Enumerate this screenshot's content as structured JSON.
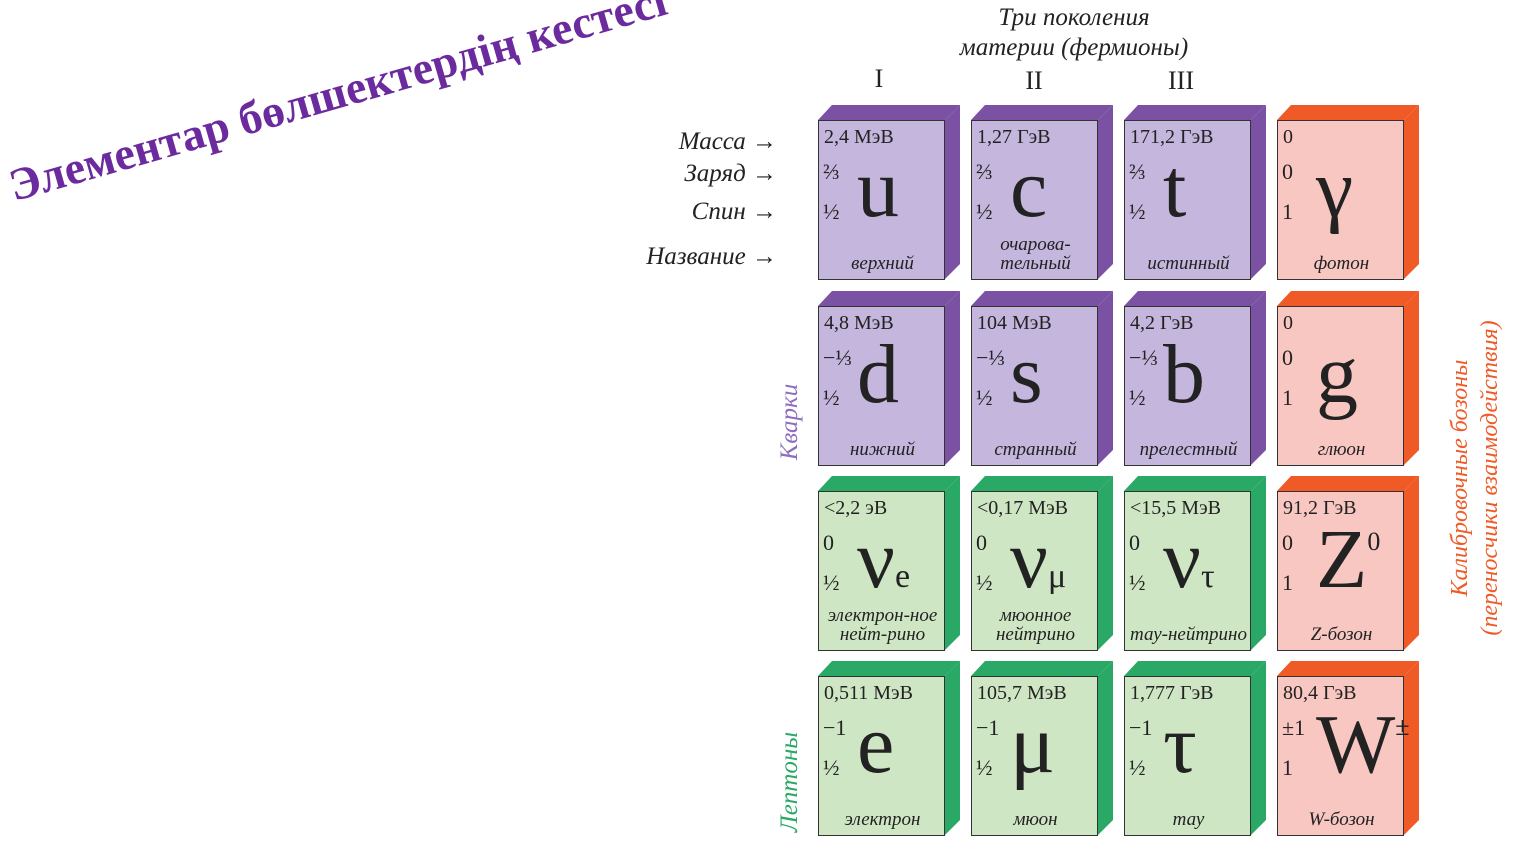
{
  "title": "Элементар бөлшектердің кестесі",
  "header": {
    "line1": "Три поколения",
    "line2": "материи (фермионы)",
    "generations": [
      "I",
      "II",
      "III"
    ]
  },
  "row_labels": [
    "Масса",
    "Заряд",
    "Спин",
    "Название"
  ],
  "arrow": "→",
  "group_labels": {
    "quarks": "Кварки",
    "leptons": "Лептоны",
    "bosons_line1": "Калибровочные бозоны",
    "bosons_line2": "(переносчики взаимодействия)"
  },
  "colors": {
    "quark_face": "#c4b6dd",
    "quark_edge": "#7b51a3",
    "lepton_face": "#cfe6c4",
    "lepton_edge": "#2aa866",
    "boson_face": "#f8c7c1",
    "boson_edge": "#ef5a27",
    "title": "#6b2a9e"
  },
  "particles": [
    {
      "group": "quark",
      "mass": "2,4 МэВ",
      "charge": "⅔",
      "spin": "½",
      "symbol": "u",
      "sub": "",
      "sup": "",
      "name": "верхний"
    },
    {
      "group": "quark",
      "mass": "1,27 ГэВ",
      "charge": "⅔",
      "spin": "½",
      "symbol": "c",
      "sub": "",
      "sup": "",
      "name": "очарова-тельный"
    },
    {
      "group": "quark",
      "mass": "171,2 ГэВ",
      "charge": "⅔",
      "spin": "½",
      "symbol": "t",
      "sub": "",
      "sup": "",
      "name": "истинный"
    },
    {
      "group": "boson",
      "mass": "0",
      "charge": "0",
      "spin": "1",
      "symbol": "γ",
      "sub": "",
      "sup": "",
      "name": "фотон"
    },
    {
      "group": "quark",
      "mass": "4,8 МэВ",
      "charge": "−⅓",
      "spin": "½",
      "symbol": "d",
      "sub": "",
      "sup": "",
      "name": "нижний"
    },
    {
      "group": "quark",
      "mass": "104 МэВ",
      "charge": "−⅓",
      "spin": "½",
      "symbol": "s",
      "sub": "",
      "sup": "",
      "name": "странный"
    },
    {
      "group": "quark",
      "mass": "4,2 ГэВ",
      "charge": "−⅓",
      "spin": "½",
      "symbol": "b",
      "sub": "",
      "sup": "",
      "name": "прелестный"
    },
    {
      "group": "boson",
      "mass": "0",
      "charge": "0",
      "spin": "1",
      "symbol": "g",
      "sub": "",
      "sup": "",
      "name": "глюон"
    },
    {
      "group": "lepton",
      "mass": "<2,2 эВ",
      "charge": "0",
      "spin": "½",
      "symbol": "ν",
      "sub": "e",
      "sup": "",
      "name": "электрон-ное нейт-рино"
    },
    {
      "group": "lepton",
      "mass": "<0,17 МэВ",
      "charge": "0",
      "spin": "½",
      "symbol": "ν",
      "sub": "μ",
      "sup": "",
      "name": "мюонное нейтрино"
    },
    {
      "group": "lepton",
      "mass": "<15,5 МэВ",
      "charge": "0",
      "spin": "½",
      "symbol": "ν",
      "sub": "τ",
      "sup": "",
      "name": "тау-нейтрино"
    },
    {
      "group": "boson",
      "mass": "91,2 ГэВ",
      "charge": "0",
      "spin": "1",
      "symbol": "Z",
      "sub": "",
      "sup": "0",
      "name": "Z-бозон"
    },
    {
      "group": "lepton",
      "mass": "0,511 МэВ",
      "charge": "−1",
      "spin": "½",
      "symbol": "e",
      "sub": "",
      "sup": "",
      "name": "электрон"
    },
    {
      "group": "lepton",
      "mass": "105,7 МэВ",
      "charge": "−1",
      "spin": "½",
      "symbol": "μ",
      "sub": "",
      "sup": "",
      "name": "мюон"
    },
    {
      "group": "lepton",
      "mass": "1,777 ГэВ",
      "charge": "−1",
      "spin": "½",
      "symbol": "τ",
      "sub": "",
      "sup": "",
      "name": "тау"
    },
    {
      "group": "boson",
      "mass": "80,4 ГэВ",
      "charge": "±1",
      "spin": "1",
      "symbol": "W",
      "sub": "",
      "sup": "±",
      "name": "W-бозон"
    }
  ]
}
